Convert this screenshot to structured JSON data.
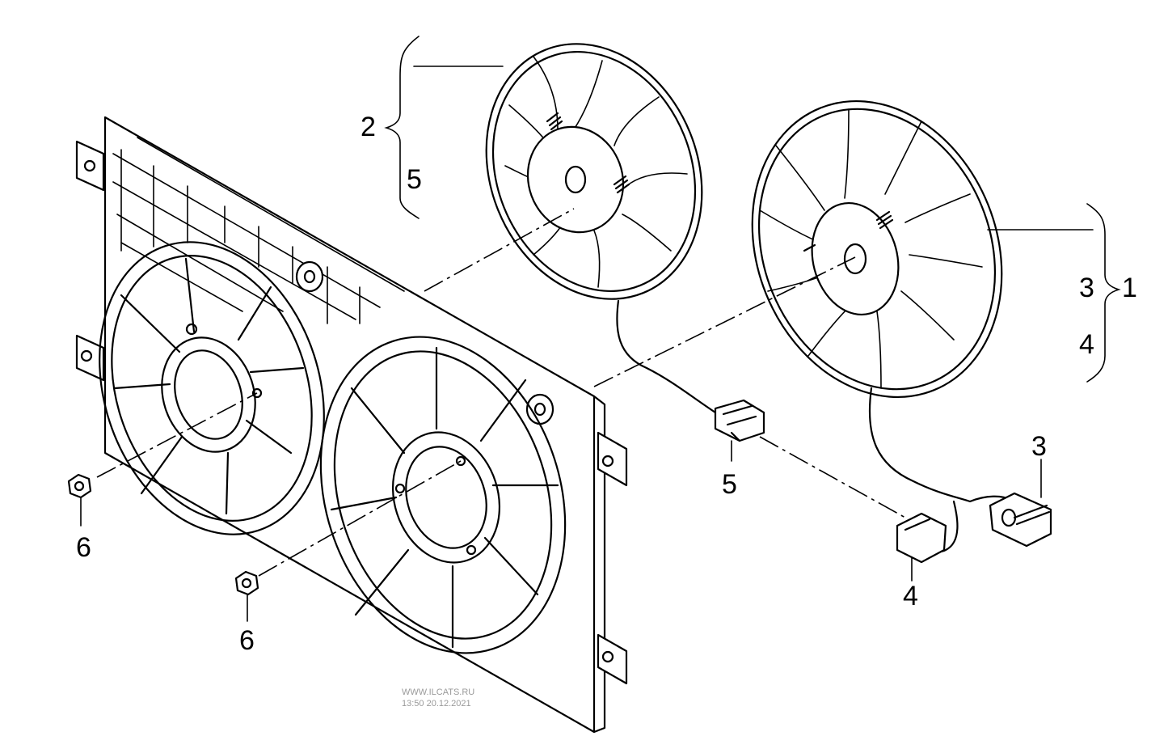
{
  "callouts": {
    "c1": "1",
    "c2": "2",
    "c3_group": "3",
    "c4_group": "4",
    "c5_group": "5",
    "c3_plug": "3",
    "c4_plug": "4",
    "c5_plug": "5",
    "c6_left": "6",
    "c6_lower": "6"
  },
  "watermark": {
    "line1": "WWW.ILCATS.RU",
    "line2": "13:50 20.12.2021"
  }
}
